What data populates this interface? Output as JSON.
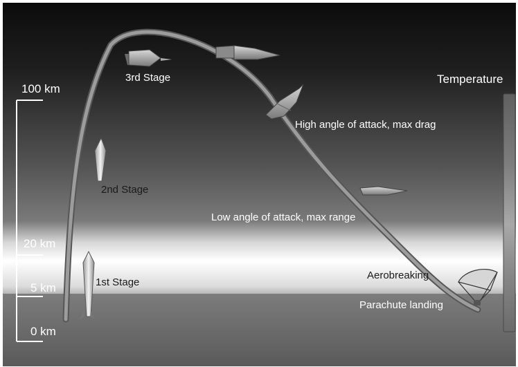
{
  "altitude_axis": {
    "ticks": [
      {
        "label": "100 km"
      },
      {
        "label": "20 km"
      },
      {
        "label": "5 km"
      },
      {
        "label": "0 km"
      }
    ]
  },
  "stages": {
    "first": "1st Stage",
    "second": "2nd Stage",
    "third": "3rd Stage"
  },
  "phases": {
    "high_angle": "High angle of attack, max drag",
    "low_angle": "Low angle of attack, max range",
    "aerobreaking": "Aerobreaking",
    "parachute": "Parachute landing"
  },
  "temperature": {
    "label": "Temperature"
  },
  "colors": {
    "trajectory": "#8a8a8a",
    "trajectory_edge": "#5a5a5a",
    "sky_top": "#0f0f0f",
    "sky_mid": "#5e5e5e",
    "haze": "#ffffff",
    "ground": "#6c6c6c",
    "light_text": "#ffffff",
    "dark_text": "#1a1a1a"
  }
}
